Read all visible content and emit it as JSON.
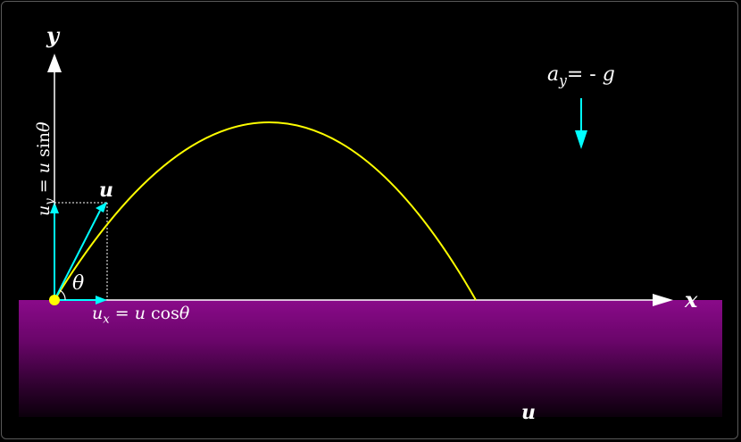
{
  "labels": {
    "y_axis": "y",
    "x_axis": "x",
    "velocity": "u",
    "angle": "θ",
    "ground_velocity": "u",
    "ax_base": "a",
    "ax_sub": "y",
    "ax_rest": "= - ",
    "ax_g": "g",
    "ux_base": "u",
    "ux_sub": "x",
    "ux_eq": " = ",
    "ux_u": "u",
    "ux_fn": " cos",
    "ux_theta": "θ",
    "uy_base": "u",
    "uy_sub": "y",
    "uy_eq": " = ",
    "uy_u": "u",
    "uy_fn": " sin",
    "uy_theta": "θ"
  },
  "colors": {
    "background": "#000000",
    "trajectory": "#ffff00",
    "component_arrows": "#00ffff",
    "axes": "#ffffff",
    "ground_top": "#8a0a8a",
    "launch_point": "#ffff00"
  },
  "icons": {
    "gravity_arrow": "down-arrow-icon",
    "launch_point": "yellow-dot-icon"
  }
}
